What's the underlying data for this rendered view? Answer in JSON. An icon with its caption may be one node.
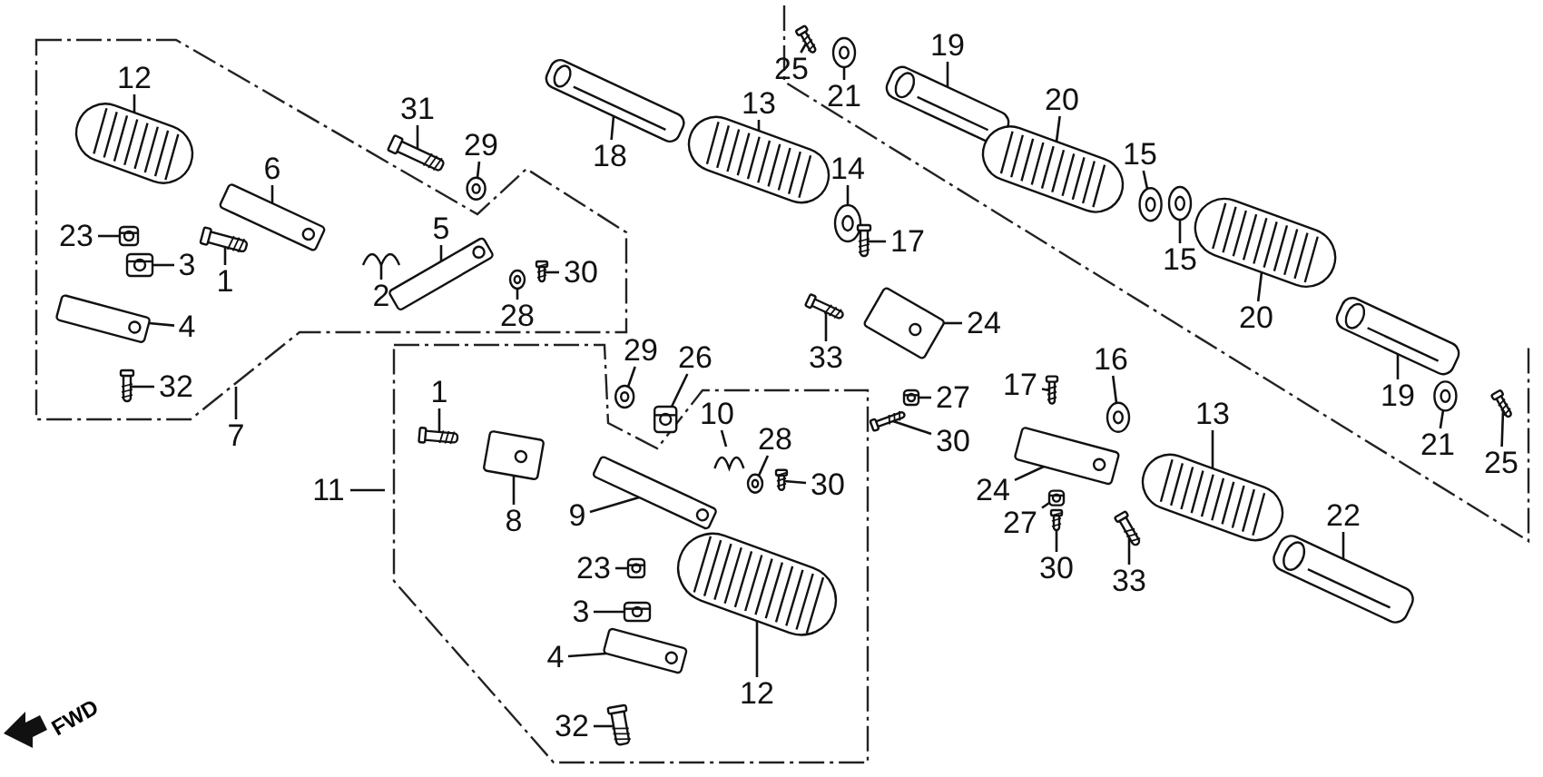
{
  "diagram": {
    "nodes": [
      {
        "text": [
          "12"
        ]
      },
      {
        "text": [
          "6"
        ]
      },
      {
        "text": [
          "23"
        ]
      },
      {
        "text": [
          "3"
        ]
      },
      {
        "text": [
          "1"
        ]
      },
      {
        "text": [
          "4"
        ]
      },
      {
        "text": [
          "32"
        ]
      },
      {
        "text": [
          "7"
        ]
      },
      {
        "text": [
          "31"
        ]
      },
      {
        "text": [
          "29"
        ]
      },
      {
        "text": [
          "2"
        ]
      },
      {
        "text": [
          "5"
        ]
      },
      {
        "text": [
          "28"
        ]
      },
      {
        "text": [
          "30"
        ]
      },
      {
        "text": [
          "18"
        ]
      },
      {
        "text": [
          "13"
        ]
      },
      {
        "text": [
          "14"
        ]
      },
      {
        "text": [
          "17"
        ]
      },
      {
        "text": [
          "33"
        ]
      },
      {
        "text": [
          "24"
        ]
      },
      {
        "text": [
          "27"
        ]
      },
      {
        "text": [
          "30"
        ]
      },
      {
        "text": [
          "25"
        ]
      },
      {
        "text": [
          "21"
        ]
      },
      {
        "text": [
          "19"
        ]
      },
      {
        "text": [
          "20"
        ]
      },
      {
        "text": [
          "15"
        ]
      },
      {
        "text": [
          "15"
        ]
      },
      {
        "text": [
          "20"
        ]
      },
      {
        "text": [
          "19"
        ]
      },
      {
        "text": [
          "21"
        ]
      },
      {
        "text": [
          "25"
        ]
      },
      {
        "text": [
          "17"
        ]
      },
      {
        "text": [
          "16"
        ]
      },
      {
        "text": [
          "13"
        ]
      },
      {
        "text": [
          "24"
        ]
      },
      {
        "text": [
          "27"
        ]
      },
      {
        "text": [
          "30"
        ]
      },
      {
        "text": [
          "33"
        ]
      },
      {
        "text": [
          "22"
        ]
      },
      {
        "text": [
          "29"
        ]
      },
      {
        "text": [
          "26"
        ]
      },
      {
        "text": [
          "10"
        ]
      },
      {
        "text": [
          "28"
        ]
      },
      {
        "text": [
          "30"
        ]
      },
      {
        "text": [
          "1"
        ]
      },
      {
        "text": [
          "11"
        ]
      },
      {
        "text": [
          "8"
        ]
      },
      {
        "text": [
          "9"
        ]
      },
      {
        "text": [
          "23"
        ]
      },
      {
        "text": [
          "3"
        ]
      },
      {
        "text": [
          "4"
        ]
      },
      {
        "text": [
          "12"
        ]
      },
      {
        "text": [
          "32"
        ]
      },
      {
        "text": [],
        "shape": "picture"
      },
      {
        "text": [],
        "shape": "picture"
      },
      {
        "text": [],
        "shape": "picture"
      },
      {
        "text": [],
        "shape": "picture"
      },
      {
        "text": [],
        "shape": "picture"
      },
      {
        "text": [],
        "shape": "picture"
      },
      {
        "text": [],
        "shape": "picture"
      },
      {
        "text": [],
        "shape": "picture"
      },
      {
        "text": [],
        "shape": "picture"
      },
      {
        "text": [],
        "shape": "picture"
      },
      {
        "text": [],
        "shape": "picture"
      },
      {
        "text": [],
        "shape": "picture"
      },
      {
        "text": [],
        "shape": "picture"
      },
      {
        "text": [],
        "shape": "picture"
      },
      {
        "text": [],
        "shape": "picture"
      },
      {
        "text": [],
        "shape": "picture"
      },
      {
        "text": [],
        "shape": "picture"
      },
      {
        "text": [],
        "shape": "picture"
      },
      {
        "text": [],
        "shape": "picture"
      },
      {
        "text": [],
        "shape": "picture"
      },
      {
        "text": [],
        "shape": "picture"
      },
      {
        "text": [],
        "shape": "picture"
      },
      {
        "text": [],
        "shape": "picture"
      },
      {
        "text": [],
        "shape": "picture"
      },
      {
        "text": [],
        "shape": "picture"
      },
      {
        "text": [],
        "shape": "picture"
      },
      {
        "text": [],
        "shape": "picture"
      },
      {
        "text": [],
        "shape": "picture"
      },
      {
        "text": [],
        "shape": "picture"
      },
      {
        "text": [],
        "shape": "picture"
      },
      {
        "text": [],
        "shape": "picture"
      },
      {
        "text": [],
        "shape": "picture"
      },
      {
        "text": [],
        "shape": "picture"
      },
      {
        "text": [],
        "shape": "picture"
      },
      {
        "text": [],
        "shape": "picture"
      },
      {
        "text": [],
        "shape": "picture"
      },
      {
        "text": [],
        "shape": "picture"
      },
      {
        "text": [],
        "shape": "picture"
      },
      {
        "text": [],
        "shape": "picture"
      },
      {
        "text": [],
        "shape": "picture"
      },
      {
        "text": [],
        "shape": "picture"
      },
      {
        "text": [],
        "shape": "picture"
      },
      {
        "text": [],
        "shape": "picture"
      },
      {
        "text": [],
        "shape": "picture"
      },
      {
        "text": [],
        "shape": "picture"
      },
      {
        "text": [],
        "shape": "picture"
      },
      {
        "text": [],
        "shape": "picture"
      },
      {
        "text": [],
        "shape": "picture"
      },
      {
        "text": [],
        "shape": "picture"
      },
      {
        "text": [],
        "shape": "picture"
      },
      {
        "text": [],
        "shape": "picture"
      },
      {
        "text": [],
        "shape": "picture"
      }
    ],
    "edges": [
      {
        "from": 0,
        "to": 54,
        "arrow": "none"
      },
      {
        "from": 1,
        "to": 55,
        "arrow": "none"
      },
      {
        "from": 2,
        "to": 56,
        "arrow": "none"
      },
      {
        "from": 3,
        "to": 57,
        "arrow": "none"
      },
      {
        "from": 4,
        "to": 58,
        "arrow": "none"
      },
      {
        "from": 5,
        "to": 59,
        "arrow": "none"
      },
      {
        "from": 6,
        "to": 60,
        "arrow": "none"
      },
      {
        "from": 7,
        "to": null,
        "arrow": "none"
      },
      {
        "from": 8,
        "to": 61,
        "arrow": "none"
      },
      {
        "from": 9,
        "to": 62,
        "arrow": "none"
      },
      {
        "from": 10,
        "to": 63,
        "arrow": "none"
      },
      {
        "from": 11,
        "to": 64,
        "arrow": "none"
      },
      {
        "from": 12,
        "to": 65,
        "arrow": "none"
      },
      {
        "from": 13,
        "to": 66,
        "arrow": "none"
      },
      {
        "from": 14,
        "to": 67,
        "arrow": "none"
      },
      {
        "from": 15,
        "to": 68,
        "arrow": "none"
      },
      {
        "from": 16,
        "to": 69,
        "arrow": "none"
      },
      {
        "from": 17,
        "to": 70,
        "arrow": "none"
      },
      {
        "from": 18,
        "to": 71,
        "arrow": "none"
      },
      {
        "from": 19,
        "to": 72,
        "arrow": "none"
      },
      {
        "from": 20,
        "to": 73,
        "arrow": "none"
      },
      {
        "from": 21,
        "to": 74,
        "arrow": "none"
      },
      {
        "from": 22,
        "to": 75,
        "arrow": "none"
      },
      {
        "from": 23,
        "to": 76,
        "arrow": "none"
      },
      {
        "from": 24,
        "to": 77,
        "arrow": "none"
      },
      {
        "from": 25,
        "to": 78,
        "arrow": "none"
      },
      {
        "from": 26,
        "to": 79,
        "arrow": "none"
      },
      {
        "from": 27,
        "to": 80,
        "arrow": "none"
      },
      {
        "from": 28,
        "to": 81,
        "arrow": "none"
      },
      {
        "from": 29,
        "to": 82,
        "arrow": "none"
      },
      {
        "from": 30,
        "to": 83,
        "arrow": "none"
      },
      {
        "from": 31,
        "to": 84,
        "arrow": "none"
      },
      {
        "from": 32,
        "to": 85,
        "arrow": "none"
      },
      {
        "from": 33,
        "to": 86,
        "arrow": "none"
      },
      {
        "from": 34,
        "to": 87,
        "arrow": "none"
      },
      {
        "from": 35,
        "to": 88,
        "arrow": "none"
      },
      {
        "from": 36,
        "to": 89,
        "arrow": "none"
      },
      {
        "from": 37,
        "to": 90,
        "arrow": "none"
      },
      {
        "from": 38,
        "to": 91,
        "arrow": "none"
      },
      {
        "from": 39,
        "to": 92,
        "arrow": "none"
      },
      {
        "from": 40,
        "to": 93,
        "arrow": "none"
      },
      {
        "from": 41,
        "to": 94,
        "arrow": "none"
      },
      {
        "from": 42,
        "to": 95,
        "arrow": "none"
      },
      {
        "from": 43,
        "to": 96,
        "arrow": "none"
      },
      {
        "from": 44,
        "to": 97,
        "arrow": "none"
      },
      {
        "from": 45,
        "to": 98,
        "arrow": "none"
      },
      {
        "from": 46,
        "to": null,
        "arrow": "none"
      },
      {
        "from": 47,
        "to": 99,
        "arrow": "none"
      },
      {
        "from": 48,
        "to": 100,
        "arrow": "none"
      },
      {
        "from": 49,
        "to": 101,
        "arrow": "none"
      },
      {
        "from": 50,
        "to": 102,
        "arrow": "none"
      },
      {
        "from": 51,
        "to": 103,
        "arrow": "none"
      },
      {
        "from": 52,
        "to": 104,
        "arrow": "none"
      },
      {
        "from": 53,
        "to": 105,
        "arrow": "none"
      }
    ],
    "labels": [
      "FWD"
    ]
  }
}
